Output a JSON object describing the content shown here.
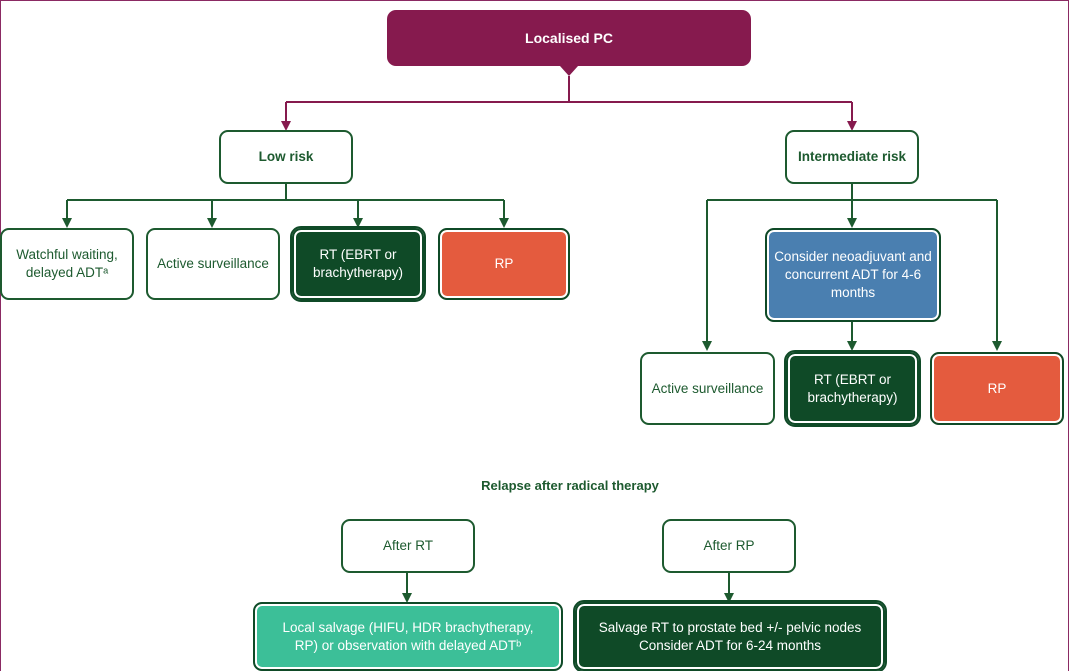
{
  "root": "Localised PC",
  "low_risk": {
    "label": "Low risk",
    "options": {
      "watchful": "Watchful waiting, delayed ADTᵃ",
      "active": "Active surveillance",
      "rt": "RT (EBRT or brachytherapy)",
      "rp": "RP"
    }
  },
  "intermediate_risk": {
    "label": "Intermediate risk",
    "neoadjuvant": "Consider neoadjuvant and concurrent ADT for 4-6 months",
    "options": {
      "active": "Active surveillance",
      "rt": "RT (EBRT or brachytherapy)",
      "rp": "RP"
    }
  },
  "relapse": {
    "heading": "Relapse after radical therapy",
    "after_rt": {
      "label": "After RT",
      "action": "Local salvage (HIFU, HDR brachytherapy, RP) or observation with delayed ADTᵇ"
    },
    "after_rp": {
      "label": "After RP",
      "action": "Salvage RT to prostate bed +/- pelvic nodes Consider ADT for 6-24 months"
    }
  },
  "colors": {
    "root": "#861a4e",
    "green_dark": "#0f4a27",
    "green_line": "#1d5a2f",
    "orange": "#e45b3e",
    "blue": "#4a7fb0",
    "teal": "#3cbf98"
  }
}
